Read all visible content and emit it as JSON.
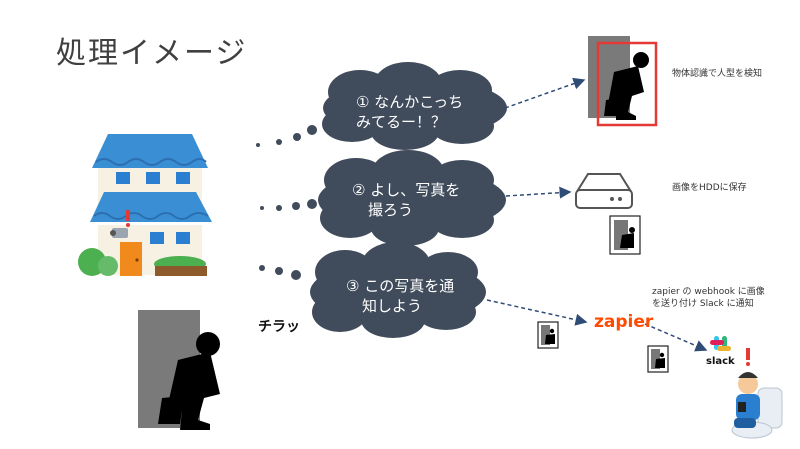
{
  "slide": {
    "title": "処理イメージ",
    "clouds": [
      {
        "line1": "① なんかこっち",
        "line2": "みてるー！？"
      },
      {
        "line1": "② よし、写真を",
        "line2": "撮ろう"
      },
      {
        "line1": "③ この写真を通",
        "line2": "知しよう"
      }
    ],
    "labels": {
      "detect": "物体認識で人型を検知",
      "save": "画像をHDDに保存",
      "notify_line1": "zapier の webhook に画像",
      "notify_line2": "を送り付け Slack に通知"
    },
    "peek_text": "チラッ",
    "zapier_logo": "zapier",
    "slack_logo": "slack",
    "colors": {
      "cloud": "#404b5b",
      "arrow": "#2f4c77",
      "zapier": "#ff4a00",
      "highlight": "#e53935",
      "roof": "#3a8fd4"
    }
  }
}
